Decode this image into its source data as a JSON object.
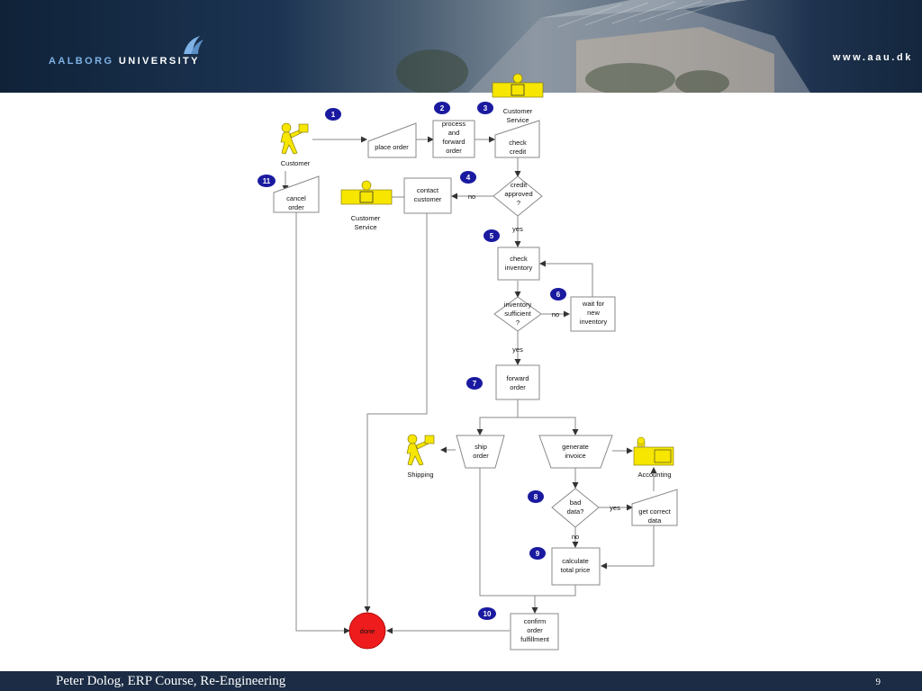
{
  "header": {
    "logo_word1": "AALBORG",
    "logo_word2": "UNIVERSITY",
    "url": "www.aau.dk"
  },
  "footer": {
    "left": "Peter Dolog, ERP Course, Re-Engineering",
    "page": "9"
  },
  "icons": {
    "logo": "aau-logo-icon",
    "person": "person-carrying-icon",
    "desk": "desk-worker-icon"
  },
  "colors": {
    "header_bg": "#1c3452",
    "footer_bg": "#1b2c44",
    "step_badge": "#1a1aa0",
    "actor_yellow": "#f6e600",
    "done_red": "#ee1c1c"
  },
  "diagram": {
    "actors": {
      "customer": "Customer",
      "customer_service_top": "Customer Service",
      "customer_service_mid": "Customer Service",
      "shipping": "Shipping",
      "accounting": "Accounting"
    },
    "nodes": {
      "place_order": "place order",
      "process_forward": [
        "process",
        "and",
        "forward",
        "order"
      ],
      "check_credit": [
        "check",
        "credit"
      ],
      "credit_approved": [
        "credit",
        "approved",
        "?"
      ],
      "contact_customer": [
        "contact",
        "customer"
      ],
      "cancel_order": [
        "cancel",
        "order"
      ],
      "check_inventory": [
        "check",
        "inventory"
      ],
      "inventory_sufficient": [
        "inventory",
        "sufficient",
        "?"
      ],
      "wait_inventory": [
        "wait for",
        "new",
        "inventory"
      ],
      "forward_order": [
        "forward",
        "order"
      ],
      "ship_order": [
        "ship",
        "order"
      ],
      "generate_invoice": [
        "generate",
        "invoice"
      ],
      "bad_data": [
        "bad",
        "data?"
      ],
      "get_correct_data": [
        "get correct",
        "data"
      ],
      "calculate_total": [
        "calculate",
        "total price"
      ],
      "confirm_fulfillment": [
        "confirm",
        "order",
        "fulfillment"
      ],
      "done": "done"
    },
    "edge_labels": {
      "credit_no": "no",
      "credit_yes": "yes",
      "inventory_no": "no",
      "inventory_yes": "yes",
      "bad_yes": "yes",
      "bad_no": "no"
    },
    "steps": [
      "1",
      "2",
      "3",
      "4",
      "5",
      "6",
      "7",
      "8",
      "9",
      "10",
      "11"
    ]
  }
}
